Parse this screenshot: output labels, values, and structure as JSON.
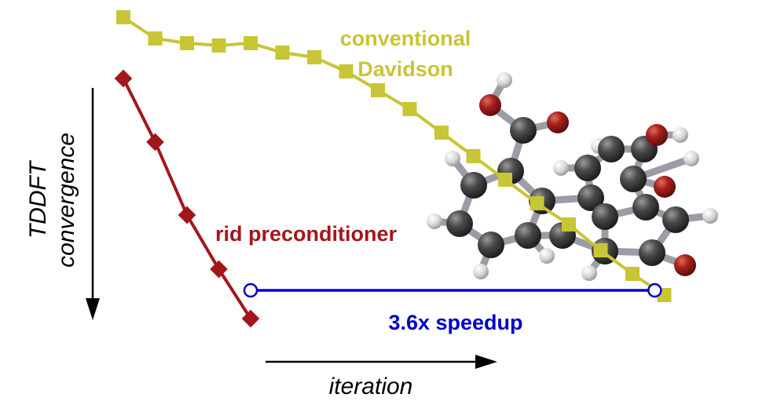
{
  "chart_data": {
    "type": "line",
    "xlabel": "iteration",
    "ylabel_lines": [
      "TDDFT",
      "convergence"
    ],
    "series": [
      {
        "name": "conventional Davidson",
        "label_lines": [
          "conventional",
          "Davidson"
        ],
        "color": "#c8c536",
        "marker": "square",
        "x": [
          1,
          2,
          3,
          4,
          5,
          6,
          7,
          8,
          9,
          10,
          11,
          12,
          13,
          14,
          15,
          16,
          17,
          18
        ],
        "y": [
          0,
          0.09,
          0.11,
          0.12,
          0.11,
          0.15,
          0.17,
          0.23,
          0.31,
          0.39,
          0.49,
          0.59,
          0.69,
          0.79,
          0.88,
          0.99,
          1.09,
          1.18
        ]
      },
      {
        "name": "rid preconditioner",
        "label_lines": [
          "rid preconditioner"
        ],
        "color": "#a3161a",
        "marker": "diamond",
        "x": [
          1,
          2,
          3,
          4,
          5
        ],
        "y": [
          0.26,
          0.53,
          0.84,
          1.07,
          1.28
        ]
      }
    ],
    "annotation": {
      "text": "3.6x speedup",
      "color": "#0000cc",
      "from": [
        5,
        1.16
      ],
      "to": [
        17.7,
        1.16
      ]
    }
  },
  "icons": {
    "molecule": "molecule-ball-and-stick",
    "colors": {
      "carbon": "#3a3a3a",
      "oxygen": "#a8201c",
      "hydrogen": "#dcdcdc",
      "bond": "#9a9da6"
    }
  }
}
